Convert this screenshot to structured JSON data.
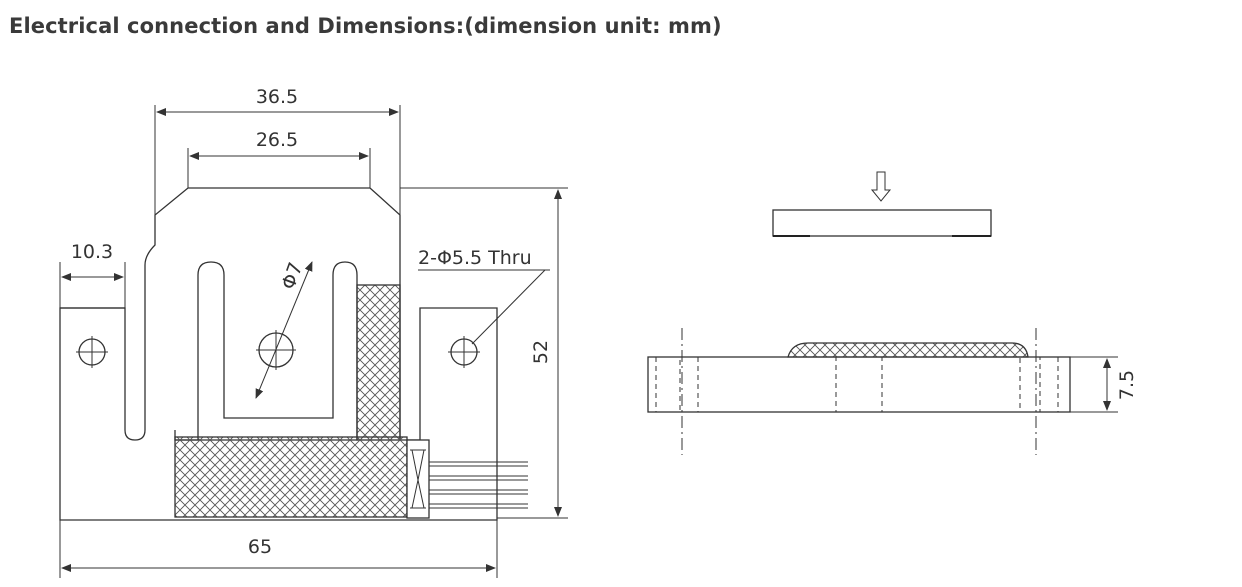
{
  "title": "Electrical connection and Dimensions:(dimension unit: mm)",
  "dimensions": {
    "overall_top_width": "36.5",
    "inner_top_width": "26.5",
    "left_offset": "10.3",
    "hole_diameter": "Φ7",
    "mount_holes": "2-Φ5.5 Thru",
    "height": "52",
    "overall_width": "65",
    "thickness": "7.5"
  }
}
